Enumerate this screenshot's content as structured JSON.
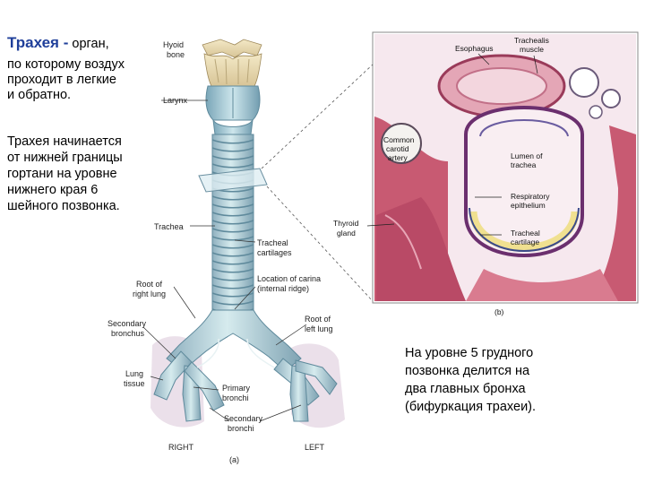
{
  "slide": {
    "title": "Трахея -",
    "title_rest": " орган,",
    "intro_lines": [
      "по которому воздух",
      "проходит в легкие",
      "и обратно."
    ],
    "start_lines": [
      "Трахея начинается",
      "от нижней границы",
      "гортани на уровне",
      "нижнего края 6",
      "шейного позвонка."
    ],
    "bifurcation_lines": [
      "На уровне 5 грудного",
      "позвонка делится на",
      "два главных бронха",
      "(бифуркация трахеи)."
    ]
  },
  "figure_a": {
    "labels": {
      "hyoid_bone_1": "Hyoid",
      "hyoid_bone_2": "bone",
      "larynx": "Larynx",
      "trachea": "Trachea",
      "tracheal_cartilages_1": "Tracheal",
      "tracheal_cartilages_2": "cartilages",
      "carina_1": "Location of carina",
      "carina_2": "(internal ridge)",
      "root_right_1": "Root of",
      "root_right_2": "right lung",
      "root_left_1": "Root of",
      "root_left_2": "left lung",
      "secondary_bronchus_1": "Secondary",
      "secondary_bronchus_2": "bronchus",
      "lung_tissue_1": "Lung",
      "lung_tissue_2": "tissue",
      "primary_bronchi_1": "Primary",
      "primary_bronchi_2": "bronchi",
      "secondary_bronchi_1": "Secondary",
      "secondary_bronchi_2": "bronchi",
      "right": "RIGHT",
      "left": "LEFT",
      "panel": "(a)"
    }
  },
  "figure_b": {
    "labels": {
      "esophagus": "Esophagus",
      "trachealis_1": "Trachealis",
      "trachealis_2": "muscle",
      "carotid_1": "Common",
      "carotid_2": "carotid",
      "carotid_3": "artery",
      "lumen_1": "Lumen of",
      "lumen_2": "trachea",
      "resp_1": "Respiratory",
      "resp_2": "epithelium",
      "thyroid_1": "Thyroid",
      "thyroid_2": "gland",
      "cart_1": "Tracheal",
      "cart_2": "cartilage",
      "panel": "(b)"
    }
  }
}
